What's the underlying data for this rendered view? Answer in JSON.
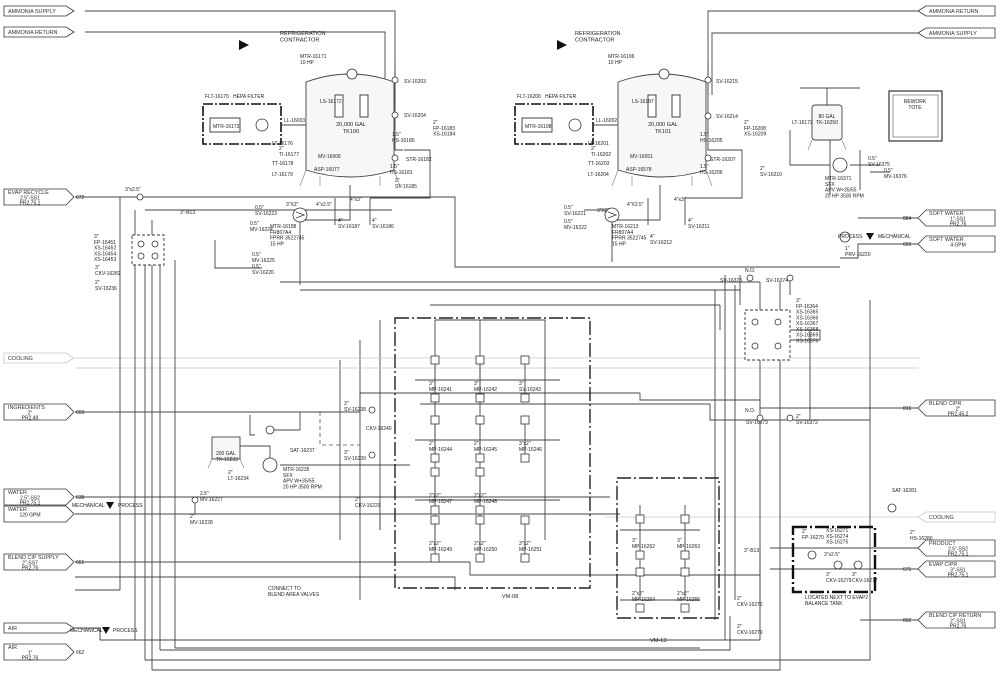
{
  "offpage_left": [
    {
      "id": "ammonia-supply-left",
      "label": "AMMONIA SUPPLY",
      "ref": ""
    },
    {
      "id": "ammonia-return-left",
      "label": "AMMONIA RETURN",
      "ref": ""
    },
    {
      "id": "evap-recycle",
      "label": "EVAP RECYCLE",
      "sub1": "2.5\"-SS1",
      "sub2": "PR2.75.1",
      "ref": "672"
    },
    {
      "id": "cooling-left",
      "label": "COOLING",
      "sub1": "",
      "sub2": "",
      "ref": ""
    },
    {
      "id": "ingredients",
      "label": "INGREDIENTS",
      "sub1": "2\"",
      "sub2": "PR2.49",
      "ref": "660"
    },
    {
      "id": "water-1",
      "label": "WATER",
      "sub1": "2.5\"-SS2",
      "sub2": "PR2.75.1",
      "ref": "638"
    },
    {
      "id": "water-2",
      "label": "WATER",
      "sub1": "120 GPM",
      "sub2": "",
      "ref": ""
    },
    {
      "id": "blend-cip-supply",
      "label": "BLEND CIP SUPPLY",
      "sub1": "2\"-SS7",
      "sub2": "PR2.76",
      "ref": "661"
    },
    {
      "id": "air-1",
      "label": "AIR",
      "sub1": "",
      "sub2": "",
      "ref": ""
    },
    {
      "id": "air-2",
      "label": "AIR",
      "sub1": "1\"",
      "sub2": "PR2.76",
      "ref": "662"
    }
  ],
  "offpage_right": [
    {
      "id": "ammonia-return-right",
      "label": "AMMONIA RETURN",
      "sub1": "",
      "sub2": ""
    },
    {
      "id": "ammonia-supply-right",
      "label": "AMMONIA SUPPLY",
      "sub1": "",
      "sub2": ""
    },
    {
      "id": "soft-water-1",
      "label": "SOFT WATER",
      "sub1": "1\"-SS1",
      "sub2": "PR2.76"
    },
    {
      "id": "soft-water-2",
      "label": "SOFT WATER",
      "sub1": "4 GPM",
      "sub2": ""
    },
    {
      "id": "blend-cipr",
      "label": "BLEND CIPR",
      "sub1": "2\"",
      "sub2": "PR2.45.2"
    },
    {
      "id": "cooling-right",
      "label": "COOLING",
      "sub1": "",
      "sub2": ""
    },
    {
      "id": "product",
      "label": "PRODUCT",
      "sub1": "2.5\"-SS2",
      "sub2": "PR2.75.1"
    },
    {
      "id": "evap-cipr",
      "label": "EVAP CIPR",
      "sub1": "3\"-SS1",
      "sub2": "PR2.75.1"
    },
    {
      "id": "blend-cip-return",
      "label": "BLEND CIP RETURN",
      "sub1": "2\"-SS1",
      "sub2": "PR2.76"
    }
  ],
  "offpage_right_refs": [
    "884",
    "669",
    "816",
    "",
    "671",
    "892"
  ],
  "tank_left": {
    "contractor": "REFRIGERATION\nCONTRACTOR",
    "motor": "MTR-16171\n10 HP",
    "capacity": "20,000 GAL",
    "tag": "TK100",
    "filter_tag": "FLT-16170",
    "filter_name": "HEPA FILTER",
    "filter_motor": "MTR-16173",
    "ls": "LS-16172",
    "ll": "LL-16003",
    "lt": "LT-16176",
    "ti": "2\"\nTI-16177",
    "tt": "TT-16178",
    "lt2": "LT-16179",
    "mv": "MV-16006",
    "asp": "ASP-16077",
    "sv_top": "SV-16203",
    "sv_mid": "SV-16204",
    "fp": "2\"\nFP-16183\nXS-16184",
    "hs": "1.5\"\nHS-16180",
    "str": "STR-16182",
    "hs2": "1.5\"\nHS-16181",
    "sv2": "2\"\nSV-16185"
  },
  "tank_right": {
    "contractor": "REFRIGERATION\nCONTRACTOR",
    "motor": "MTR-16196\n10 HP",
    "capacity": "20,000 GAL",
    "tag": "TK101",
    "filter_tag": "FLT-16200",
    "filter_name": "HEPA FILTER",
    "filter_motor": "MTR-16198",
    "ls": "LS-16197",
    "ll": "LL-16002",
    "lt": "LT-16201",
    "ti": "2\"\nTI-16202",
    "tt": "TT-16203",
    "lt2": "LT-16204",
    "mv": "MV-16651",
    "asp": "ASP-16578",
    "sv_top": "SV-16215",
    "sv_mid": "SV-16214",
    "fp": "2\"\nFP-16208\nXS-16209",
    "hs": "1.5\"\nHS-16205",
    "str": "STR-16207",
    "hs2": "1.5\"\nHS-16206",
    "sv2": "2\"\nSV-16210"
  },
  "pump_left": {
    "tag": "MTR-16188\nFR807A4\nFPRR 3522745\n15 HP",
    "sv_a": "0.5\"\nSV-16223",
    "mv_a": "0.5\"\nMV-16224",
    "sv_b": "4\"\nSV-16187",
    "sv_c": "4\"\nSV-16186",
    "size_a": "3\"X2\"",
    "size_b": "4\"x2.5\"",
    "size_c": "4\"x3\""
  },
  "pump_right": {
    "tag": "MTR-16213\nFR807A4\nFPRR 3522745\n15 HP",
    "sv_a": "0.5\"\nSV-16221",
    "mv_a": "0.5\"\nMV-16222",
    "sv_b": "4\"\nSV-16212",
    "sv_c": "4\"\nSV-16211",
    "size_a": "3\"X2\"",
    "size_b": "4\"X2.5\"",
    "size_c": "4\"x3\""
  },
  "rework": {
    "title": "REWORK\nTOTE"
  },
  "small_tank": {
    "capacity": "80 GAL",
    "tag": "TK-16250",
    "lt": "LT-16172"
  },
  "pump_sfx": {
    "tag": "MTR-16371\nSFX\nAPV W+35/55\n20 HP 3500 RPM",
    "sv": "0.5\"\nSV-16375",
    "mv": "0.5\"\nMV-16376",
    "prv": "1\"\nPRV-16220"
  },
  "evap_manifold": {
    "size": "3\"x2.5\"",
    "line": "3\"-B13",
    "fp": "3\"\nFP-16451\nXS-16452\nXS-16454\nXS-16453",
    "ckv": "3\"\nCKV-16282",
    "sv": "2\"\nSV-16236"
  },
  "left_misc": {
    "mv_a": "0.5\"\nMV-16225",
    "sv_a": "0.5\"\nSV-16226",
    "gal200": "200 GAL\nTK-16233",
    "lt": "2\"\nLT-16234",
    "sat": "SAT-16237",
    "sv_ing": "3\"\nSV-16238",
    "ckv_ing": "CKV-16240",
    "sv_ing2": "3\"\nSV-16239",
    "mtr": "MTR-16235\nSFX\nAPV W+35/55\n20 HP 3500 RPM",
    "fv": "2.5\"\nMV-16227",
    "mv": "2\"\nMV-16228",
    "ckv_w": "2\"\nCKV-16229",
    "mech": "MECHANICAL",
    "process": "PROCESS",
    "connect": "CONNECT TO\nBLEND AREA VALVES"
  },
  "vm08": {
    "tag": "VM-08",
    "valves": [
      [
        "3\"\nMP-16241",
        "3\"\nMP-16242",
        "3\"\nSV-16243"
      ],
      [
        "2\"\nMP-16244",
        "2\"\nMP-16245",
        "3\"x2\"\nMP-16246"
      ],
      [
        "2\"x2\"\nMP-16247",
        "2\"x2\"\nMP-16248",
        ""
      ],
      [
        "2\"x2\"\nMP-16249",
        "2\"x2\"\nMP-16250",
        "3\"x2\"\nMP-16251"
      ]
    ]
  },
  "vm13": {
    "tag": "VM-13",
    "valves": [
      [
        "3\"\nMP-16262",
        "3\"\nMP-16263"
      ],
      [
        "2\"x2\"\nMP-16264",
        "2\"x2\"\nMP-16265"
      ]
    ],
    "ckv_a": "2\"\nCKV-16276",
    "ckv_b": "2\"\nCKV-16279",
    "line": "3\"-B13"
  },
  "right_cluster": {
    "no1": "N.O.",
    "sv_a": "SV-16373",
    "sv_b": "SV-16374",
    "fp": "3\"\nFP-16364\nXS-16365\nXS-16366\nXS-16367\nXS-16368\nXS-16369\nXS-16370",
    "no2": "N.O.",
    "sv_c": "SV-16373",
    "sv_d": "2\"\nSV-16372"
  },
  "product_skid": {
    "sat": "SAT-16281",
    "fp": "2\"\nFP-16270",
    "xs": "XS-16271\nXS-16274\nXS-16275",
    "size": "3\"x2.5\"",
    "hs": "2\"\nHS-16280",
    "ckv_a": "3\"\nCKV-16279",
    "ckv_b": "3\"\nCKV-16277",
    "note": "LOCATED NEXT TO EVAP2\nBALANCE TANK"
  },
  "soft_water": {
    "process": "PROCESS",
    "mech": "MECHANICAL"
  },
  "air_labels": {
    "mech": "MECHANICAL",
    "process": "PROCESS"
  }
}
